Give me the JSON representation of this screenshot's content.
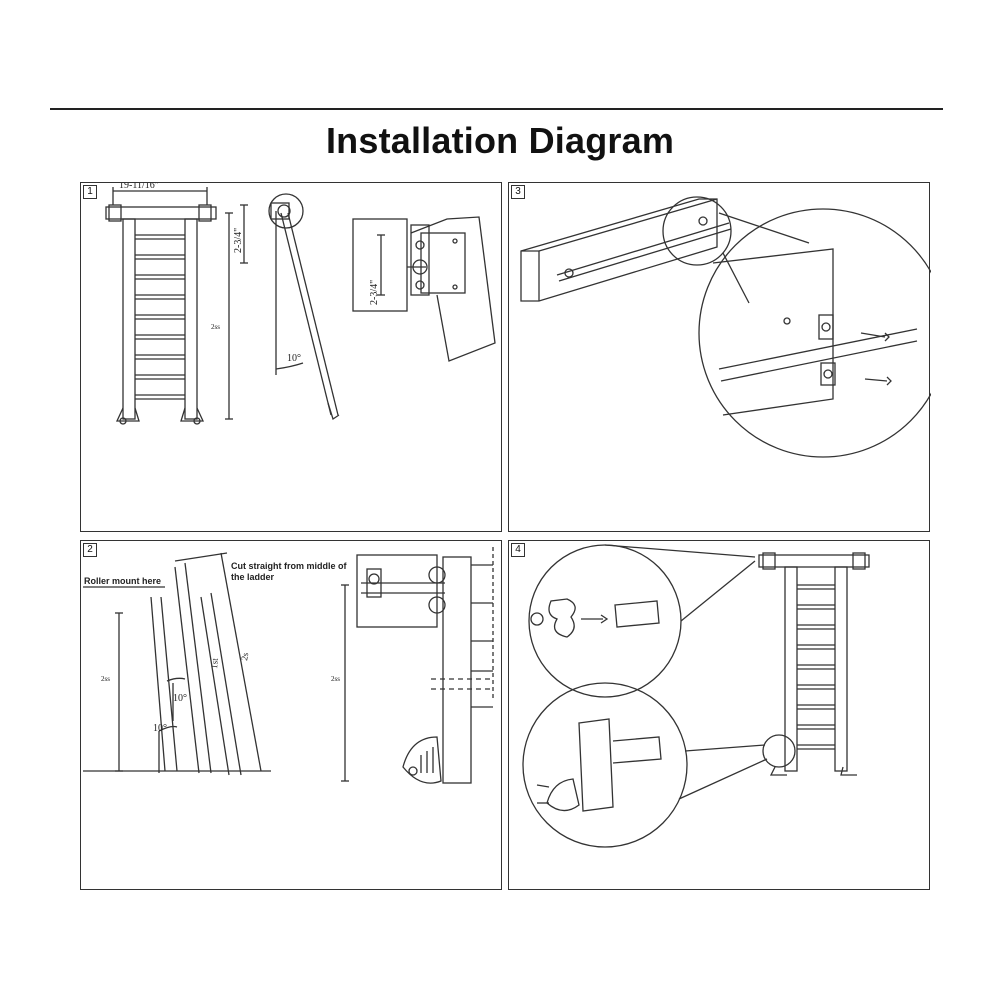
{
  "title": "Installation Diagram",
  "panels": [
    {
      "number": "1",
      "dim_width": "19-11/16\"",
      "dim_height_a": "2-3/4\"",
      "dim_height_b": "2-3/4\"",
      "dim_side": "2ss",
      "angle": "10°"
    },
    {
      "number": "2",
      "roller_label": "Roller mount here",
      "cut_label_1": "Cut straight from middle of",
      "cut_label_2": "the ladder",
      "dim_left": "2ss",
      "dim_right": "2ss",
      "dim_a": "1st",
      "dim_b": "2s",
      "angle_a": "10°",
      "angle_b": "10°"
    },
    {
      "number": "3"
    },
    {
      "number": "4"
    }
  ],
  "colors": {
    "line": "#333333",
    "text": "#111111",
    "background": "#ffffff"
  }
}
